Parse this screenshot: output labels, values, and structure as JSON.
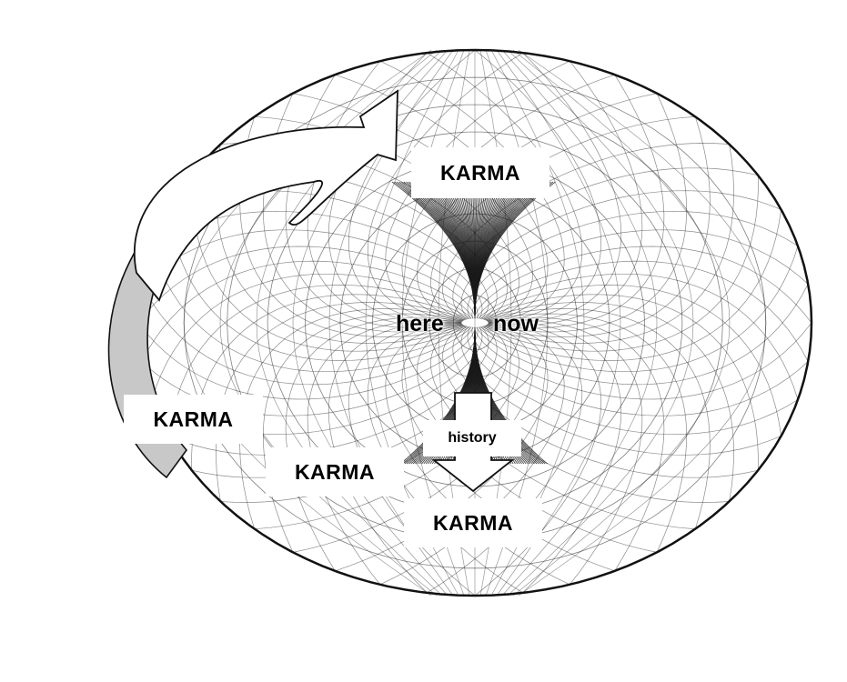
{
  "diagram": {
    "center": {
      "here": "here",
      "now": "now"
    },
    "labels": {
      "karma_top": "KARMA",
      "karma_left": "KARMA",
      "karma_middle": "KARMA",
      "karma_bottom": "KARMA",
      "history": "history"
    },
    "colors": {
      "mesh_line": "#1a1a1a",
      "curved_arrow_fill": "#ffffff",
      "curved_arrow_shadow": "#cccccc",
      "background": "#ffffff"
    },
    "icons": {
      "torus": "torus-wireframe",
      "curved_arrow": "curved-arrow",
      "down_arrow": "down-arrow"
    }
  }
}
